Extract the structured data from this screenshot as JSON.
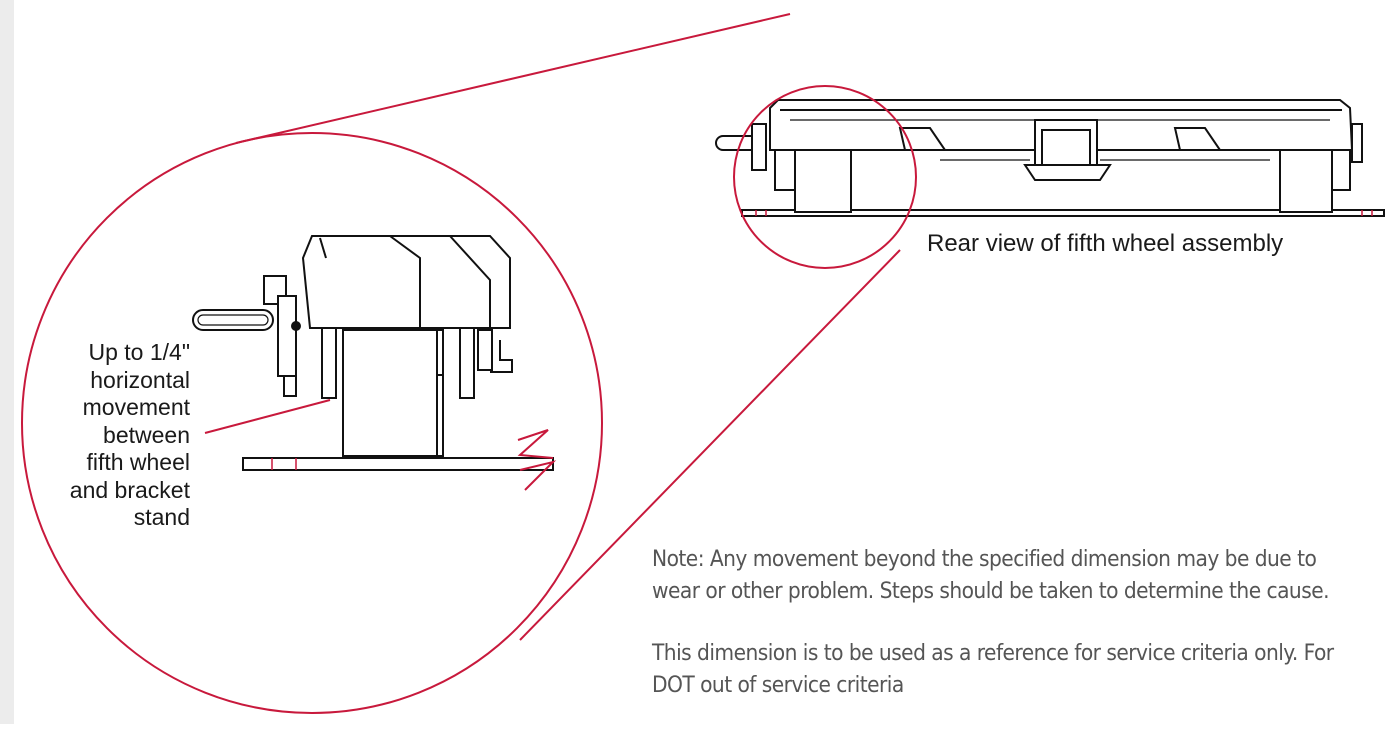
{
  "labels": {
    "rear_view": "Rear view of fifth wheel assembly",
    "movement_lines": [
      "Up to 1/4\"",
      "horizontal",
      "movement",
      "between",
      "fifth wheel",
      "and bracket",
      "stand"
    ]
  },
  "notes": {
    "note": "Note:  Any movement beyond the specified dimension may be due to wear or other problem. Steps should be taken to determine the cause.",
    "reference": "This dimension is to be used as a reference for service criteria only.  For DOT out of service criteria"
  },
  "colors": {
    "accent": "#c8193c",
    "ink": "#111111",
    "text": "#555555"
  }
}
